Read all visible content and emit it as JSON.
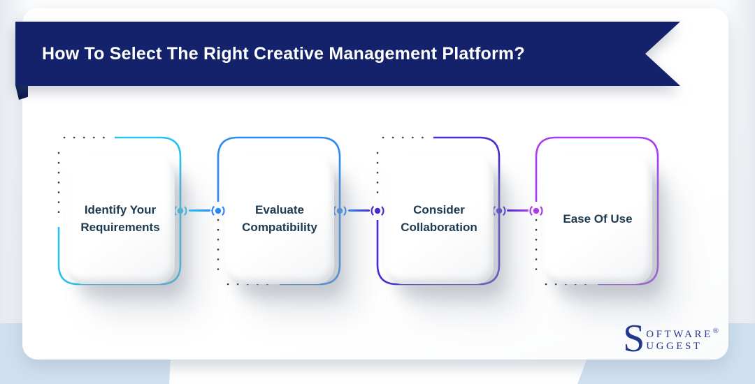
{
  "header": {
    "title": "How To Select The Right Creative Management Platform?"
  },
  "steps": [
    {
      "label": "Identify Your Requirements",
      "color": "#2bc1ef"
    },
    {
      "label": "Evaluate Compatibility",
      "color": "#2c89f2"
    },
    {
      "label": "Consider Collaboration",
      "color": "#4a2bd0"
    },
    {
      "label": "Ease Of Use",
      "color": "#a93bf0"
    }
  ],
  "colors": {
    "banner": "#13226b",
    "banner_fold": "#0a1850",
    "card_text": "#1d3a50",
    "dots": "#3d3d45",
    "page_bottom": "#cfe0f0",
    "logo": "#24398c"
  },
  "logo": {
    "initial": "S",
    "line1": "OFTWARE",
    "registered": "®",
    "line2": "UGGEST"
  }
}
